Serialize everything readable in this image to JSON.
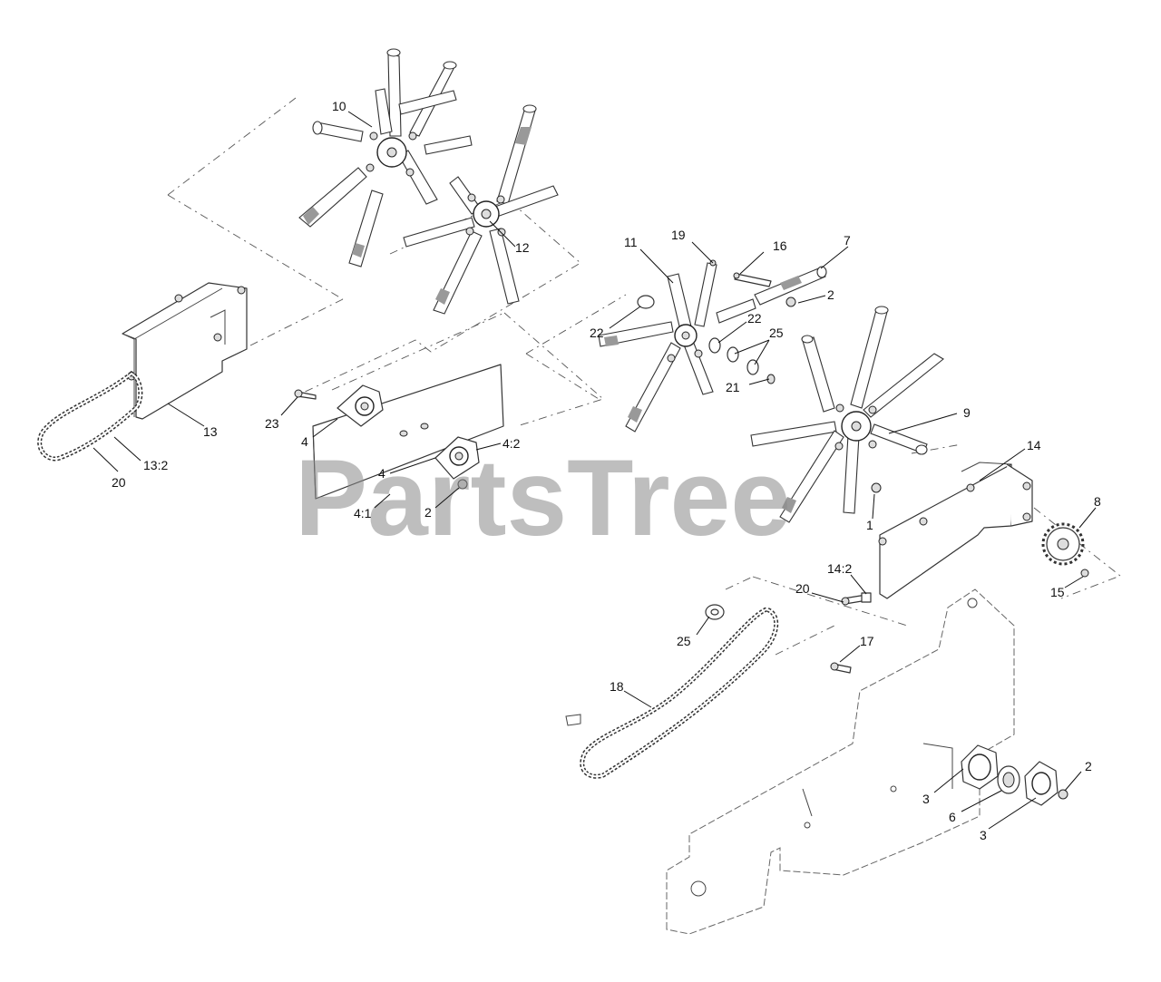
{
  "watermark": "PartsTree",
  "callouts": [
    {
      "id": "c10",
      "label": "10"
    },
    {
      "id": "c12",
      "label": "12"
    },
    {
      "id": "c11",
      "label": "11"
    },
    {
      "id": "c19",
      "label": "19"
    },
    {
      "id": "c16",
      "label": "16"
    },
    {
      "id": "c7",
      "label": "7"
    },
    {
      "id": "c2a",
      "label": "2"
    },
    {
      "id": "c22a",
      "label": "22"
    },
    {
      "id": "c22b",
      "label": "22"
    },
    {
      "id": "c25a",
      "label": "25"
    },
    {
      "id": "c21",
      "label": "21"
    },
    {
      "id": "c9",
      "label": "9"
    },
    {
      "id": "c13",
      "label": "13"
    },
    {
      "id": "c13_2",
      "label": "13:2"
    },
    {
      "id": "c20a",
      "label": "20"
    },
    {
      "id": "c23",
      "label": "23"
    },
    {
      "id": "c4a",
      "label": "4"
    },
    {
      "id": "c4_2",
      "label": "4:2"
    },
    {
      "id": "c4b",
      "label": "4"
    },
    {
      "id": "c4_1",
      "label": "4:1"
    },
    {
      "id": "c2b",
      "label": "2"
    },
    {
      "id": "c14",
      "label": "14"
    },
    {
      "id": "c8",
      "label": "8"
    },
    {
      "id": "c1",
      "label": "1"
    },
    {
      "id": "c15",
      "label": "15"
    },
    {
      "id": "c14_2",
      "label": "14:2"
    },
    {
      "id": "c20b",
      "label": "20"
    },
    {
      "id": "c25b",
      "label": "25"
    },
    {
      "id": "c17",
      "label": "17"
    },
    {
      "id": "c18",
      "label": "18"
    },
    {
      "id": "c2c",
      "label": "2"
    },
    {
      "id": "c3a",
      "label": "3"
    },
    {
      "id": "c6",
      "label": "6"
    },
    {
      "id": "c3b",
      "label": "3"
    }
  ]
}
